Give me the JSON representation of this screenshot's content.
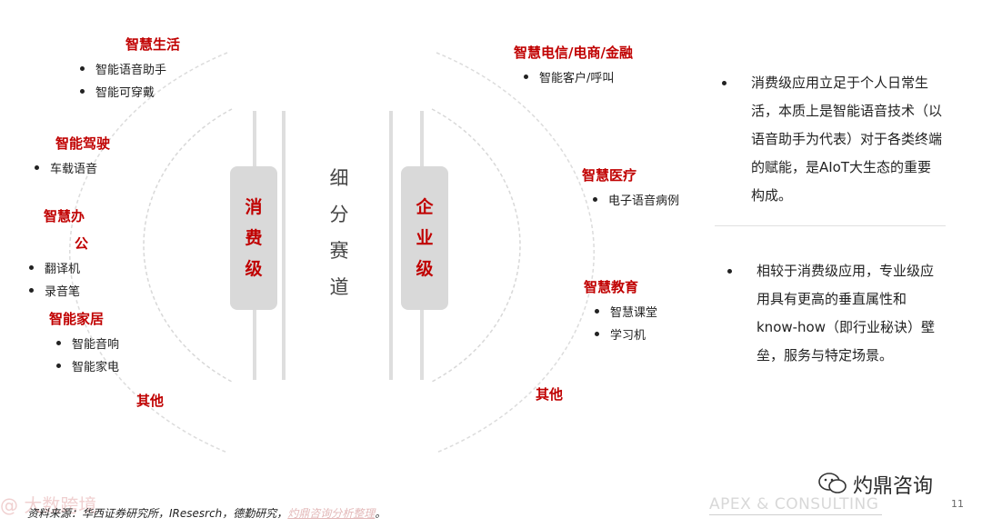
{
  "left_groups": {
    "life": {
      "title": "智慧生活",
      "items": [
        "智能语音助手",
        "智能可穿戴"
      ]
    },
    "driving": {
      "title": "智能驾驶",
      "items": [
        "车载语音"
      ]
    },
    "office": {
      "title_line1": "智慧办",
      "title_line2": "公",
      "items": [
        "翻译机",
        "录音笔"
      ]
    },
    "home": {
      "title": "智能家居",
      "items": [
        "智能音响",
        "智能家电"
      ]
    },
    "other": {
      "title": "其他"
    }
  },
  "right_groups": {
    "telecom": {
      "title": "智慧电信/电商/金融",
      "items": [
        "智能客户/呼叫"
      ]
    },
    "medical": {
      "title": "智慧医疗",
      "items": [
        "电子语音病例"
      ]
    },
    "education": {
      "title": "智慧教育",
      "items": [
        "智慧课堂",
        "学习机"
      ]
    },
    "other": {
      "title": "其他"
    }
  },
  "pills": {
    "consumer": [
      "消",
      "费",
      "级"
    ],
    "enterprise": [
      "企",
      "业",
      "级"
    ]
  },
  "center_label": [
    "细",
    "分",
    "赛",
    "道"
  ],
  "descriptions": [
    "消费级应用立足于个人日常生活，本质上是智能语音技术（以语音助手为代表）对于各类终端的赋能，是AIoT大生态的重要构成。",
    "相较于消费级应用，专业级应用具有更高的垂直属性和know-how（即行业秘诀）壁垒，服务与特定场景。"
  ],
  "footer": {
    "source_prefix": "资料来源：华西证券研究所，IResesrch，德勤研究，",
    "source_highlight": "灼鼎咨询分析整理",
    "source_suffix": "。"
  },
  "brand": "APEX & CONSULTING",
  "page_number": "11",
  "watermark": "灼鼎咨询",
  "watermark_left": "@ 大数跨境",
  "colors": {
    "accent": "#c00000",
    "pill_bg": "#d9d9d9",
    "line": "#dedede"
  }
}
